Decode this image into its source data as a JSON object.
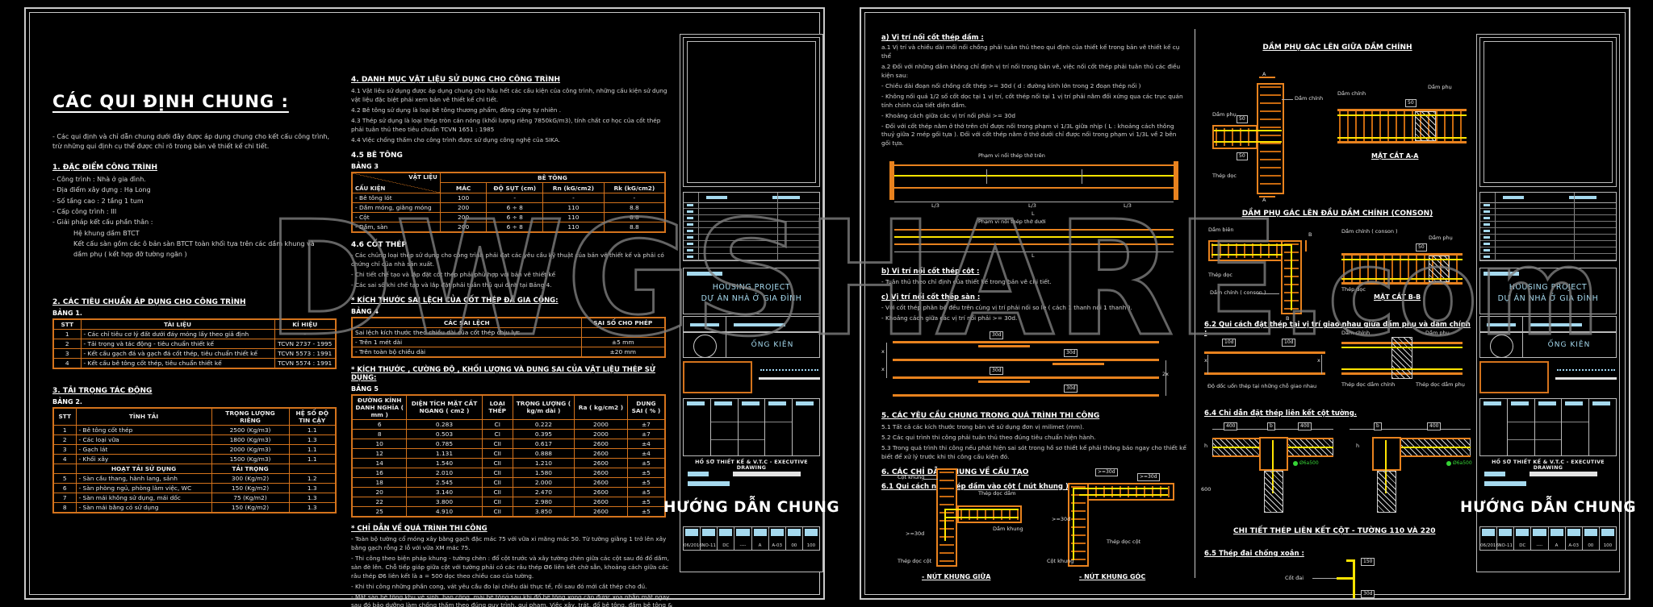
{
  "watermark": {
    "text": "DWGSHARE",
    "suffix": ".com"
  },
  "left_sheet": {
    "title": "CÁC QUI ĐỊNH CHUNG :",
    "intro": "- Các qui định và chỉ dẫn chung dưới đây được áp dụng chung cho kết cấu công trình, trừ những qui định cụ thể được chỉ rõ trong bản vẽ thiết kế chi tiết.",
    "s1": {
      "heading": "1. ĐẶC ĐIỂM CÔNG TRÌNH",
      "items": [
        "- Công trình : Nhà ở gia đình.",
        "- Địa điểm xây dựng : Hạ Long",
        "- Số tầng cao : 2 tầng 1 tum",
        "- Cấp công trình : III",
        "- Giải pháp kết cấu phần thân :",
        "Hệ khung dầm BTCT",
        "Kết cấu sàn gồm các ô bản sàn BTCT toàn khối tựa trên các dầm khung và dầm phụ ( kết hợp đỡ tường ngăn )"
      ]
    },
    "s2": {
      "heading": "2. CÁC TIÊU CHUẨN ÁP DỤNG CHO CÔNG TRÌNH",
      "table_label": "BẢNG 1."
    },
    "table1": {
      "headers": [
        "STT",
        "TÀI LIỆU",
        "KÍ HIỆU"
      ],
      "rows": [
        [
          "1",
          "- Các chỉ tiêu cơ lý đất dưới đáy móng lấy theo giả định",
          "-"
        ],
        [
          "2",
          "- Tải trọng và tác động - tiêu chuẩn thiết kế",
          "TCVN 2737 - 1995"
        ],
        [
          "3",
          "- Kết cấu gạch đá và gạch đá cốt thép, tiêu chuẩn thiết kế",
          "TCVN 5573 : 1991"
        ],
        [
          "4",
          "- Kết cấu bê tông cốt thép, tiêu chuẩn thiết kế",
          "TCVN 5574 : 1991"
        ]
      ]
    },
    "s3": {
      "heading": "3. TẢI TRỌNG TÁC ĐỘNG",
      "table_label": "BẢNG 2."
    },
    "table2": {
      "headers": [
        "STT",
        "TĨNH TẢI",
        "TRỌNG LƯỢNG RIÊNG",
        "HỆ SỐ ĐỘ TIN CẬY"
      ],
      "rows1": [
        [
          "1",
          "- Bê tông cốt thép",
          "2500 (Kg/m3)",
          "1.1"
        ],
        [
          "2",
          "- Các loại vữa",
          "1800 (Kg/m3)",
          "1.3"
        ],
        [
          "3",
          "- Gạch lát",
          "2000 (Kg/m3)",
          "1.1"
        ],
        [
          "4",
          "- Khối xây",
          "1500 (Kg/m3)",
          "1.1"
        ]
      ],
      "mid": [
        "HOẠT TẢI SỬ DỤNG",
        "TẢI TRỌNG"
      ],
      "rows2": [
        [
          "5",
          "- Sàn cầu thang, hành lang, sảnh",
          "300 (Kg/m2)",
          "1.2"
        ],
        [
          "6",
          "- Sàn phòng ngủ, phòng làm việc, WC",
          "150 (Kg/m2)",
          "1.3"
        ],
        [
          "7",
          "- Sàn mái không sử dụng, mái dốc",
          "75 (Kg/m2)",
          "1.3"
        ],
        [
          "8",
          "- Sàn mái bằng có sử dụng",
          "150 (Kg/m2)",
          "1.3"
        ]
      ]
    },
    "s4": {
      "heading": "4. DANH MỤC VẬT LIỆU SỬ DỤNG CHO CÔNG TRÌNH",
      "paras": [
        "4.1 Vật liệu sử dụng được áp dụng chung cho hầu hết các cấu kiện của công trình, những cấu kiện sử dụng vật liệu đặc biệt phải xem bản vẽ thiết kế chi tiết.",
        "4.2 Bê tông sử dụng là loại bê tông thương phẩm, đông cứng tự nhiên .",
        "4.3 Thép sử dụng là loại thép tròn cán nóng (khối lượng riêng 7850kG/m3), tính chất cơ học của cốt thép phải tuân thủ theo tiêu chuẩn TCVN 1651 : 1985",
        "4.4 Việc chống thấm cho công trình được sử dụng công nghệ của SIKA."
      ]
    },
    "s45": {
      "heading": "4.5 BÊ TÔNG",
      "table_label": "BẢNG 3"
    },
    "table3": {
      "diag_top": "VẬT LIỆU",
      "diag_bottom": "CẤU KIỆN",
      "group": "BÊ TÔNG",
      "cols": [
        "MÁC",
        "ĐỘ SỤT (cm)",
        "Rn (kG/cm2)",
        "Rk (kG/cm2)"
      ],
      "rows": [
        [
          "- Bê tông lót",
          "100",
          "-",
          "-",
          "-"
        ],
        [
          "- Dầm móng, giằng móng",
          "200",
          "6 ÷ 8",
          "110",
          "8.8"
        ],
        [
          "- Cột",
          "200",
          "6 ÷ 8",
          "110",
          "8.8"
        ],
        [
          "- Dầm, sàn",
          "200",
          "6 ÷ 8",
          "110",
          "8.8"
        ]
      ]
    },
    "s46": {
      "heading": "4.6 CỐT THÉP",
      "paras": [
        "- Các chủng loại thép sử dụng cho công trình phải đạt các yêu cầu kỹ thuật của bản vẽ thiết kế và phải có chứng chỉ của nhà sản xuất.",
        "- Chi tiết chế tạo và lắp đặt cốt thép phải phù hợp với bản vẽ thiết kế",
        "- Các sai số khi chế tạo và lắp đặt phải tuân thủ qui định tại Bảng 4."
      ],
      "sub_heading": "* KÍCH THƯỚC SAI LỆCH CỦA CỐT THÉP ĐÃ GIA CÔNG:",
      "table_label": "BẢNG 4"
    },
    "table4": {
      "headers": [
        "CÁC SAI LỆCH",
        "SAI SỐ CHO PHÉP"
      ],
      "group_row": "Sai lệch kích thước theo chiều dài của cốt thép chịu lực",
      "rows": [
        [
          "- Trên 1 mét dài",
          "±5 mm"
        ],
        [
          "- Trên toàn bộ chiều dài",
          "±20 mm"
        ]
      ]
    },
    "s47": {
      "heading": "* KÍCH THƯỚC , CƯỜNG ĐỘ , KHỐI LƯỢNG VÀ DUNG SAI CỦA VẬT LIỆU THÉP SỬ DỤNG:",
      "table_label": "BẢNG 5"
    },
    "table5": {
      "headers": [
        "ĐƯỜNG KÍNH DANH NGHĨA ( mm )",
        "DIỆN TÍCH MẶT CẮT NGANG ( cm2 )",
        "LOẠI THÉP",
        "TRỌNG LƯỢNG ( kg/m dài )",
        "Ra ( kg/cm2 )",
        "DUNG SAI ( % )"
      ],
      "rows": [
        [
          "6",
          "0.283",
          "CI",
          "0.222",
          "2000",
          "±7"
        ],
        [
          "8",
          "0.503",
          "CI",
          "0.395",
          "2000",
          "±7"
        ],
        [
          "10",
          "0.785",
          "CII",
          "0.617",
          "2600",
          "±4"
        ],
        [
          "12",
          "1.131",
          "CII",
          "0.888",
          "2600",
          "±4"
        ],
        [
          "14",
          "1.540",
          "CII",
          "1.210",
          "2600",
          "±5"
        ],
        [
          "16",
          "2.010",
          "CII",
          "1.580",
          "2600",
          "±5"
        ],
        [
          "18",
          "2.545",
          "CII",
          "2.000",
          "2600",
          "±5"
        ],
        [
          "20",
          "3.140",
          "CII",
          "2.470",
          "2600",
          "±5"
        ],
        [
          "22",
          "3.800",
          "CII",
          "2.980",
          "2600",
          "±5"
        ],
        [
          "25",
          "4.910",
          "CII",
          "3.850",
          "2600",
          "±5"
        ]
      ]
    },
    "notes": {
      "heading": "* CHỈ DẪN VỀ QUÁ TRÌNH THI CÔNG",
      "paras": [
        "- Toàn bộ tường cổ móng xây bằng gạch đặc mác 75 với vữa xi măng mác 50. Từ tường giằng 1 trở lên xây bằng gạch rỗng 2 lỗ với vữa XM mác 75.",
        "- Thi công theo biện pháp khung - tường chèn : đổ cột trước và xây tường chèn giữa các cột sau đó đổ dầm, sàn đè lên. Chỗ tiếp giáp giữa cột với tường phải có các râu thép Ø6 liên kết chờ sẵn, khoảng cách giữa các râu thép Ø6 liên kết là a = 500 dọc theo chiều cao của tường.",
        "- Khi thi công những phần cong, vát yêu cầu đo lại chiều dài thực tế, rồi sau đó mới cắt thép cho đủ.",
        "- Mặt sàn bê tông khu vệ sinh, ban công, mái bê tông sau khi đổ bê tông xong cần được xoa nhẵn mặt ngay, sau đó bảo dưỡng làm chống thấm theo đúng quy trình, qui phạm. Việc xây, trát, đổ bê tông, đầm bê tông & bảo dưỡng bê tông yêu cầu tiến hành theo đúng các quy trình kỹ thuật hiện hành."
      ]
    }
  },
  "title_block": {
    "project_line1": "HOUSING PROJECT",
    "project_line2": "DỰ ÁN NHÀ Ở GIA ĐÌNH",
    "owner_name": "ỐNG KIÊN",
    "dossier_label": "HỒ SƠ THIẾT KẾ & V.T.C - EXECUTIVE DRAWING",
    "sheet_title": "HƯỚNG DẪN CHUNG",
    "footer_values": [
      "06/2016",
      "NO-11",
      "DC",
      "----",
      "A",
      "A-03",
      "00",
      "100"
    ]
  },
  "right_sheet": {
    "sa": {
      "heading": "a) Vị trí nối cốt thép dầm :",
      "paras": [
        "a.1 Vị trí và chiều dài mối nối chồng phải tuân thủ theo qui định của thiết kế trong bản vẽ thiết kế cụ thể",
        "a.2 Đối với những dầm không chỉ định vị trí nối trong bản vẽ, việc nối cốt thép phải tuân thủ các điều kiện sau:",
        "- Chiều dài đoạn nối chồng cốt thép >= 30d ( d : đường kính lớn trong 2 đoạn thép nối )",
        "- Không nối quá 1/2 số cốt dọc tại 1 vị trí, cốt thép nối tại 1 vị trí phải nằm đối xứng qua các trục quán tính chính của tiết diện dầm.",
        "- Khoảng cách giữa các vị trí nối phải >= 30d",
        "- Đối với cốt thép nằm ở thớ trên chỉ được nối trong phạm vi 1/3L giữa nhịp ( L : khoảng cách thông thuỷ giữa 2 mép gối tựa ). Đối với cốt thép nằm ở thớ dưới chỉ được nối trong phạm vi 1/3L về 2 bên gối tựa."
      ]
    },
    "sb": {
      "heading": "b) Vị trí nối cốt thép cột :",
      "para": "- Tuân thủ theo chỉ định của thiết kế trong bản vẽ chi tiết."
    },
    "sc": {
      "heading": "c) Vị trí nối cốt thép sàn :",
      "paras": [
        "- Với cốt thép phân bố đều trên cùng vị trí phải nối so le ( cách 1 thanh nối 1 thanh ).",
        "- Khoảng cách giữa các vị trí nối phải >= 30d."
      ]
    },
    "s5": {
      "heading": "5. CÁC YÊU CẦU CHUNG TRONG QUÁ TRÌNH THI CÔNG",
      "paras": [
        "5.1 Tất cả các kích thước trong bản vẽ sử dụng đơn vị milimet (mm).",
        "5.2 Các qui trình thi công phải tuân thủ theo đúng tiêu chuẩn hiện hành.",
        "5.3 Trong quá trình thi công nếu phát hiện sai sót trong hồ sơ thiết kế phải thông báo ngay cho thiết kế biết để xử lý trước khi thi công cấu kiện đó."
      ]
    },
    "s6": {
      "heading": "6. CÁC CHỈ DẪN CHUNG VỀ CẤU TẠO"
    },
    "s61": {
      "heading": "6.1 Qui cách neo thép dầm vào cột ( nút khung )."
    },
    "s62": {
      "heading": "6.2 Qui cách đặt thép tại vị trí giao nhau giữa dầm phụ và dầm chính :",
      "note": "Độ dốc uốn thép tại những chỗ giao nhau"
    },
    "s64": {
      "heading": "6.4 Chỉ dẫn đặt thép liên kết cột tường.",
      "caption": "CHI TIẾT THÉP LIÊN KẾT CỘT - TƯỜNG 110 VÀ 220"
    },
    "s65": {
      "heading": "6.5 Thép đai chống xoắn :"
    },
    "d1": {
      "heading": "DẦM PHỤ GÁC LÊN GIỮA DẦM CHÍNH",
      "section_caption": "MẶT CẮT A-A"
    },
    "d2": {
      "heading": "DẦM PHỤ GÁC LÊN ĐẦU DẦM CHÍNH (CONSON)",
      "section_caption": "MẶT CẮT B-B"
    },
    "joint": {
      "caption_mid": "- NÚT KHUNG GIỮA",
      "caption_corner": "- NÚT KHUNG GÓC"
    },
    "labels": {
      "dam_phu": "Dầm phụ",
      "dam_chinh": "Dầm chính",
      "dam_bien": "Dầm biên",
      "dam_chinh_conson": "Dầm chính ( conson )",
      "thep_doc": "Thép dọc",
      "cot_khung": "Cột khung",
      "dam_khung": "Dầm khung",
      "thep_doc_dam": "Thép dọc dầm",
      "thep_doc_cot": "Thép dọc cột",
      "thep_doc_dam_chinh": "Thép dọc dầm chính",
      "thep_doc_dam_phu": "Thép dọc dầm phụ",
      "cot_dai": "Cốt đai",
      "pham_vi_tren": "Phạm vi nối thép thớ trên",
      "pham_vi_duoi": "Phạm vi nối thép thớ dưới",
      "marker_o6": "Ø6a500",
      "mark_a": "A",
      "mark_b": "B",
      "dim_30d": ">=30d",
      "splice_30d": "30d",
      "dim_10d": "10d",
      "dim_50": "50",
      "dim_400": "400",
      "dim_b": "b",
      "dim_h": "h",
      "dim_600": "600",
      "dim_150": "150",
      "dim_l": "L",
      "dim_l3": "L/3",
      "dim_x": "x",
      "dim_2x": "2x"
    }
  }
}
